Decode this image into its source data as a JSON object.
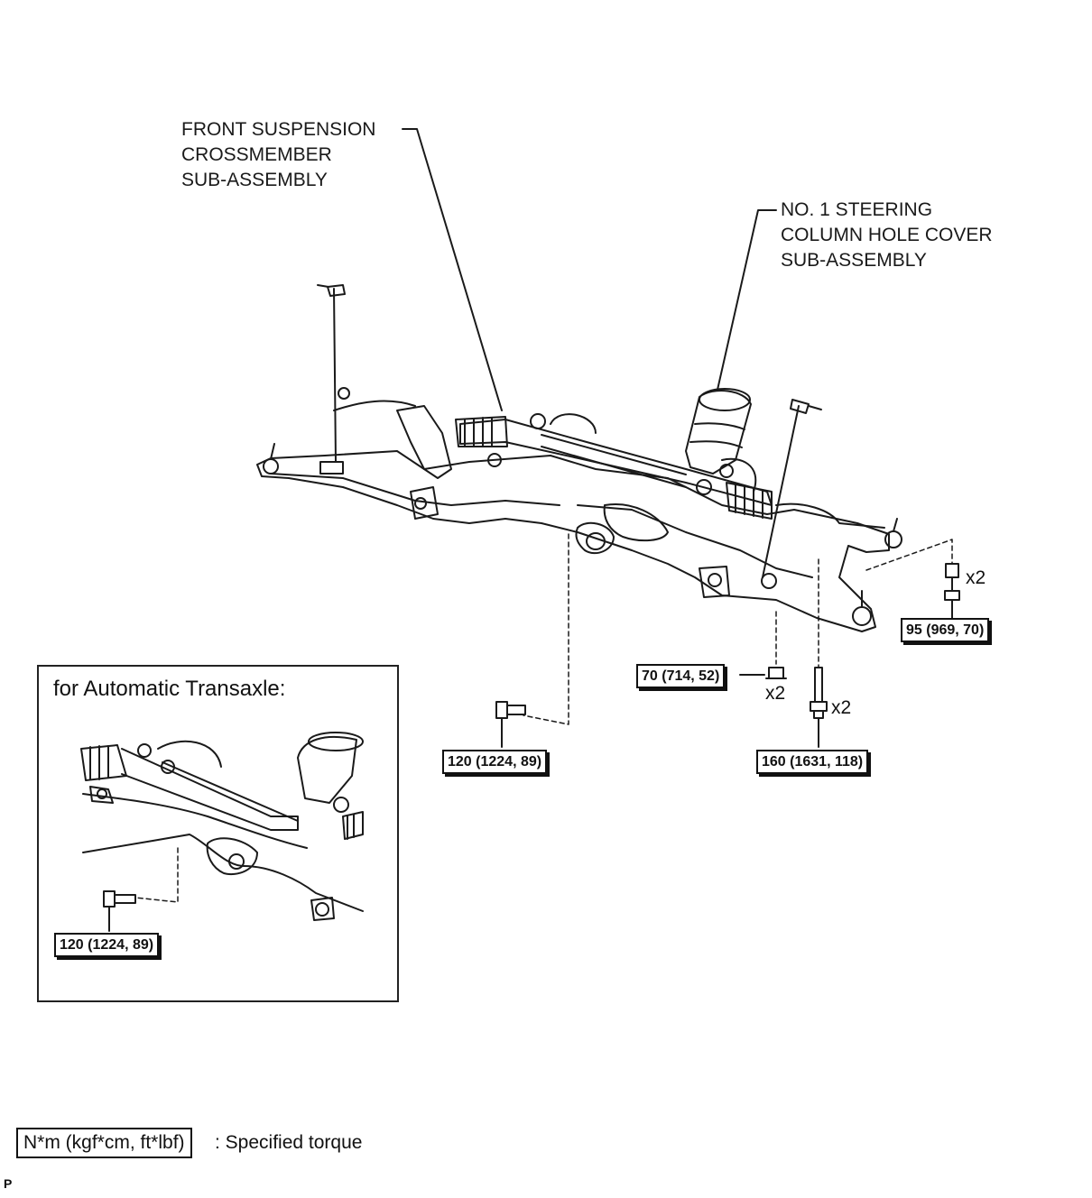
{
  "callouts": {
    "crossmember": [
      "FRONT SUSPENSION",
      "CROSSMEMBER",
      "SUB-ASSEMBLY"
    ],
    "hole_cover": [
      "NO. 1 STEERING",
      "COLUMN HOLE COVER",
      "SUB-ASSEMBLY"
    ]
  },
  "torques": {
    "rear_bolt": "95 (969, 70)",
    "nut_center": "70 (714, 52)",
    "long_bolt": "160 (1631, 118)",
    "front_bolt": "120 (1224, 89)",
    "inset_bolt": "120 (1224, 89)"
  },
  "quantities": {
    "rear_bolt": "x2",
    "nut_center": "x2",
    "long_bolt": "x2"
  },
  "inset": {
    "title": "for Automatic Transaxle:"
  },
  "legend": {
    "unit": "N*m (kgf*cm, ft*lbf)",
    "meaning": ": Specified torque"
  },
  "footer_mark": "P"
}
